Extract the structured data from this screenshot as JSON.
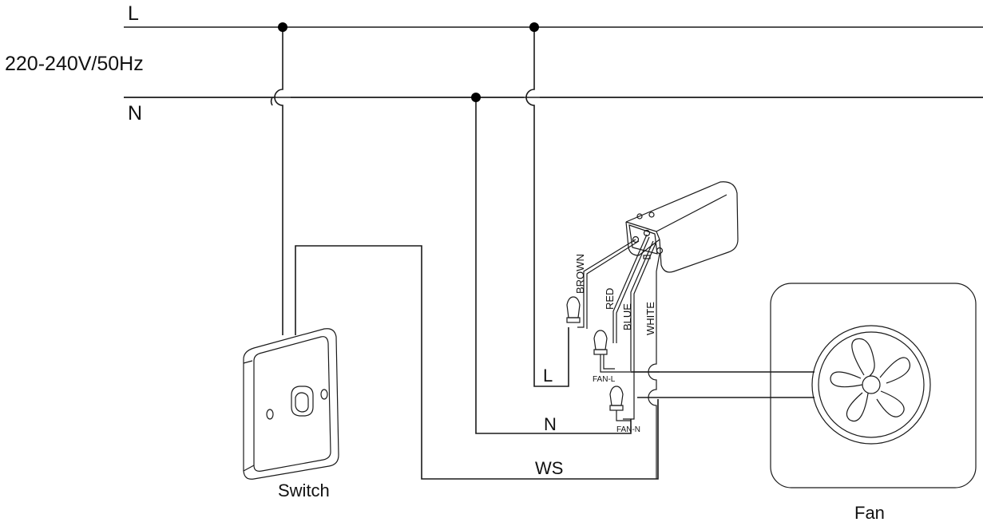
{
  "supply": {
    "line_label": "L",
    "neutral_label": "N",
    "voltage_label": "220-240V/50Hz"
  },
  "module": {
    "wire_brown": "BROWN",
    "wire_red": "RED",
    "wire_blue": "BLUE",
    "wire_white": "WHITE"
  },
  "connections": {
    "l_label": "L",
    "n_label": "N",
    "ws_label": "WS",
    "fan_l_label": "FAN-L",
    "fan_n_label": "FAN-N"
  },
  "devices": {
    "switch_label": "Switch",
    "fan_label": "Fan"
  }
}
